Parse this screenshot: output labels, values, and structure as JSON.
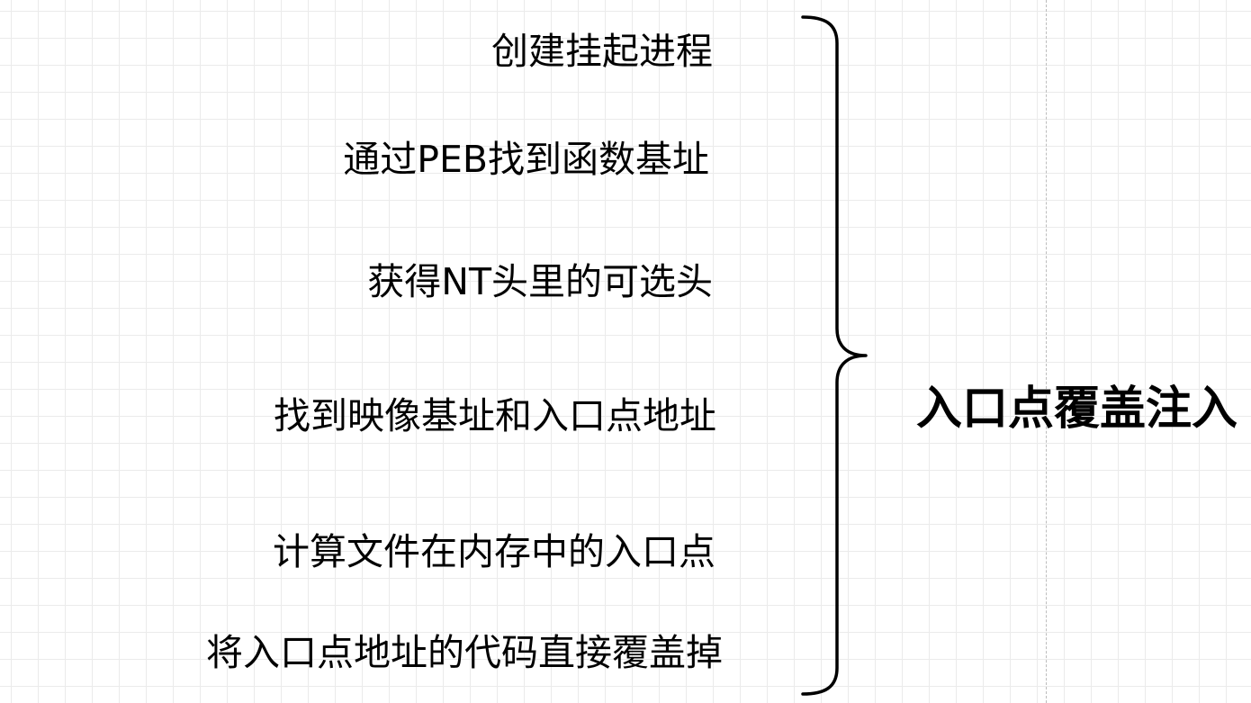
{
  "diagram": {
    "steps": [
      "创建挂起进程",
      "通过PEB找到函数基址",
      "获得NT头里的可选头",
      "找到映像基址和入口点地址",
      "计算文件在内存中的入口点",
      "将入口点地址的代码直接覆盖掉"
    ],
    "result_label": "入口点覆盖注入"
  }
}
